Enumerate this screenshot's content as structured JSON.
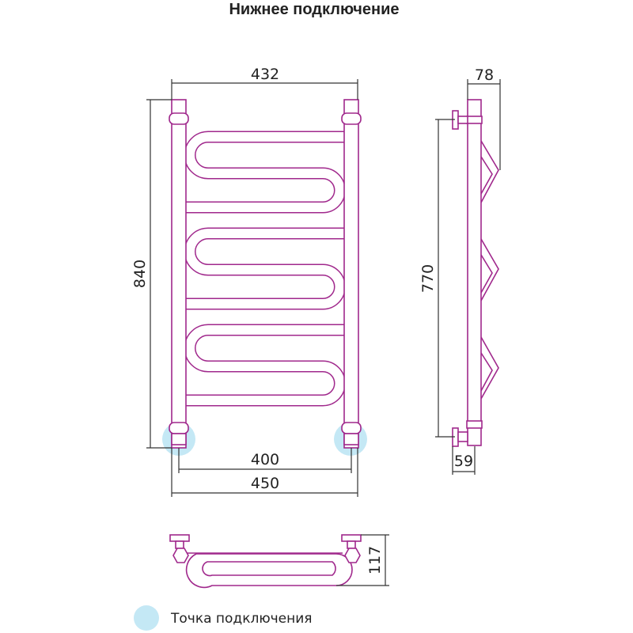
{
  "title": "Нижнее подключение",
  "dimensions": {
    "width_top": "432",
    "height_total": "840",
    "connection_spacing": "400",
    "width_total": "450",
    "side_depth": "78",
    "side_height": "770",
    "side_offset": "59",
    "bottom_depth": "117"
  },
  "legend": {
    "label": "Точка подключения"
  },
  "colors": {
    "pipe": "#a0288c",
    "connection_point": "#c4e8f5",
    "dimension": "#333333"
  }
}
